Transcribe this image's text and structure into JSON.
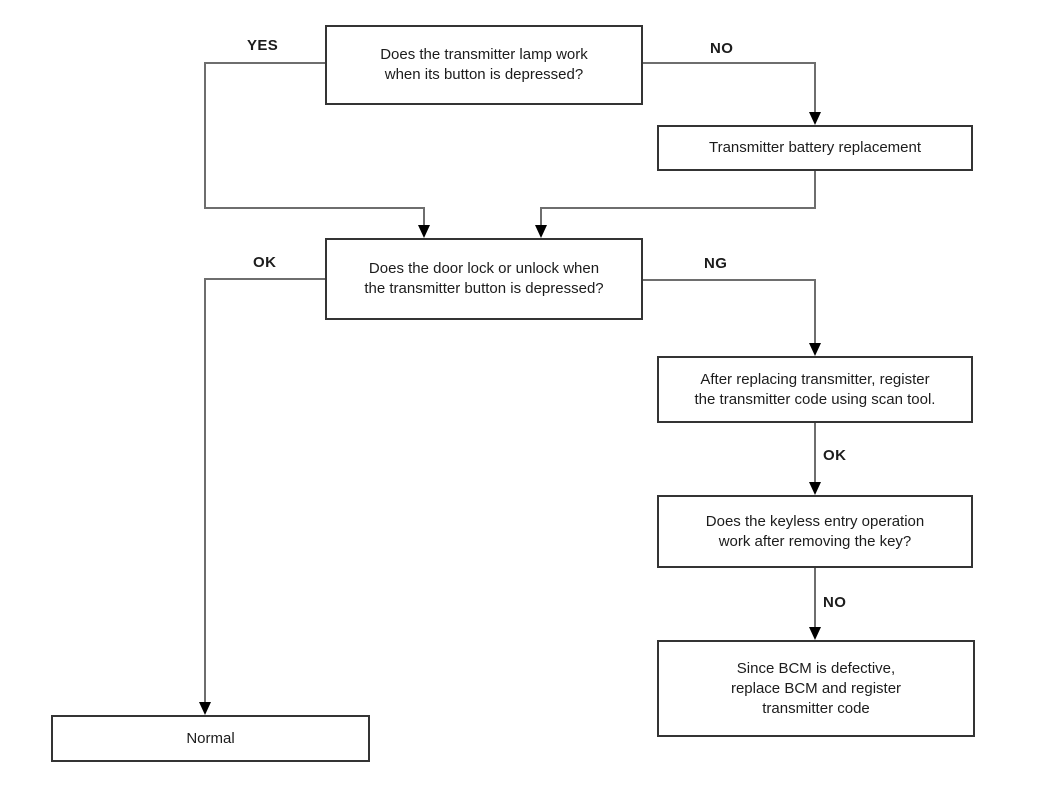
{
  "colors": {
    "box_border": "#343434",
    "connector": "#6e6e6e",
    "arrow": "#000000",
    "text": "#1c1c1c",
    "background": "#ffffff"
  },
  "nodes": {
    "q1": {
      "lines": [
        "Does the transmitter lamp work",
        "when its button is depressed?"
      ]
    },
    "battery": {
      "lines": [
        "Transmitter battery replacement"
      ]
    },
    "q2": {
      "lines": [
        "Does the door lock or unlock when",
        "the transmitter button is depressed?"
      ]
    },
    "register": {
      "lines": [
        "After replacing transmitter, register",
        "the transmitter code using scan tool."
      ]
    },
    "keyless": {
      "lines": [
        "Does the keyless entry operation",
        "work after removing the key?"
      ]
    },
    "bcm": {
      "lines": [
        "Since BCM is defective,",
        "replace BCM and register",
        "transmitter code"
      ]
    },
    "normal": {
      "lines": [
        "Normal"
      ]
    }
  },
  "labels": {
    "q1_yes": "YES",
    "q1_no": "NO",
    "q2_ok": "OK",
    "q2_ng": "NG",
    "register_ok": "OK",
    "keyless_no": "NO"
  }
}
